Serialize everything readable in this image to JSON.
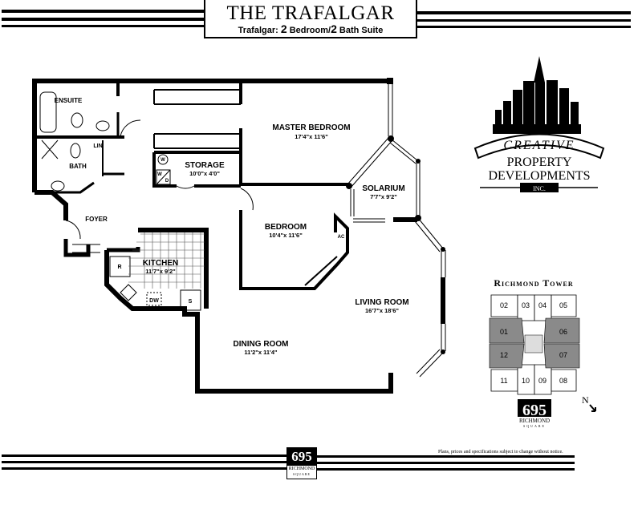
{
  "header": {
    "title": "THE TRAFALGAR",
    "subtitle_prefix": "Trafalgar: ",
    "bedrooms_num": "2",
    "bedrooms_word": " Bedroom/",
    "baths_num": "2",
    "baths_word": " Bath Suite"
  },
  "rooms": {
    "ensuite": {
      "label": "ENSUITE"
    },
    "bath": {
      "label": "BATH"
    },
    "linen": {
      "label": "LIN"
    },
    "storage": {
      "label": "STORAGE",
      "dim": "10'0\"x 4'0\""
    },
    "washer": {
      "label": "W"
    },
    "dryer_w": {
      "label": "W"
    },
    "dryer_d": {
      "label": "D"
    },
    "master_bedroom": {
      "label": "MASTER BEDROOM",
      "dim": "17'4\"x 11'6\""
    },
    "solarium": {
      "label": "SOLARIUM",
      "dim": "7'7\"x 9'2\""
    },
    "foyer": {
      "label": "FOYER"
    },
    "bedroom": {
      "label": "BEDROOM",
      "dim": "10'4\"x 11'6\""
    },
    "ac": {
      "label": "AC"
    },
    "kitchen": {
      "label": "KITCHEN",
      "dim": "11'7\"x 9'2\""
    },
    "refrigerator": {
      "label": "R"
    },
    "dishwasher": {
      "label": "DW"
    },
    "stove": {
      "label": "S"
    },
    "living_room": {
      "label": "LIVING ROOM",
      "dim": "16'7\"x 18'6\""
    },
    "dining_room": {
      "label": "DINING ROOM",
      "dim": "11'2\"x 11'4\""
    }
  },
  "logo": {
    "line1": "CREATIVE",
    "line2": "PROPERTY",
    "line3": "DEVELOPMENTS",
    "line4": "INC."
  },
  "keyplan": {
    "title": "Richmond Tower",
    "units": [
      "02",
      "03",
      "04",
      "05",
      "01",
      "06",
      "12",
      "07",
      "11",
      "10",
      "09",
      "08"
    ],
    "highlighted_units": [
      "01",
      "06",
      "12",
      "07"
    ],
    "north_label": "N",
    "highlight_color": "#8a8a8a"
  },
  "brand_badge": {
    "number": "695",
    "name": "RICHMOND",
    "sub": "SQUARE"
  },
  "footer": {
    "disclaimer": "Plans, prices and specifications subject to change without notice.",
    "badge_number": "695",
    "badge_name": "RICHMOND",
    "badge_sub": "SQUARE"
  }
}
